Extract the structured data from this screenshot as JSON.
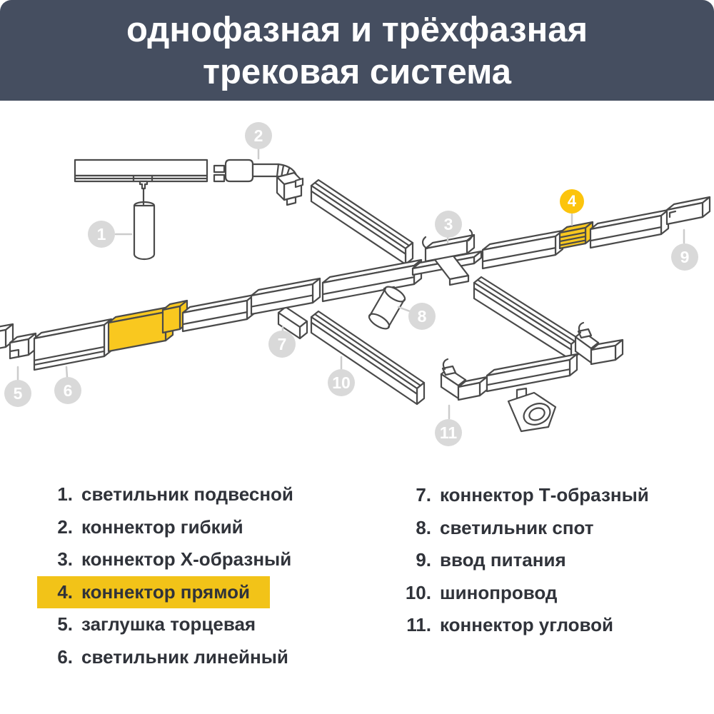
{
  "header": {
    "title_line1": "однофазная и трёхфазная",
    "title_line2": "трековая система"
  },
  "diagram": {
    "badges": [
      {
        "label": "1",
        "highlighted": false
      },
      {
        "label": "2",
        "highlighted": false
      },
      {
        "label": "3",
        "highlighted": false
      },
      {
        "label": "4",
        "highlighted": true
      },
      {
        "label": "5",
        "highlighted": false
      },
      {
        "label": "6",
        "highlighted": false
      },
      {
        "label": "7",
        "highlighted": false
      },
      {
        "label": "8",
        "highlighted": false
      },
      {
        "label": "9",
        "highlighted": false
      },
      {
        "label": "10",
        "highlighted": false
      },
      {
        "label": "11",
        "highlighted": false
      }
    ]
  },
  "legend": {
    "left": [
      {
        "num": "1.",
        "label": "светильник подвесной",
        "highlighted": false
      },
      {
        "num": "2.",
        "label": "коннектор гибкий",
        "highlighted": false
      },
      {
        "num": "3.",
        "label": "коннектор Х-образный",
        "highlighted": false
      },
      {
        "num": "4.",
        "label": "коннектор прямой",
        "highlighted": true
      },
      {
        "num": "5.",
        "label": "заглушка торцевая",
        "highlighted": false
      },
      {
        "num": "6.",
        "label": "светильник линейный",
        "highlighted": false
      }
    ],
    "right": [
      {
        "num": "7.",
        "label": "коннектор Т-образный",
        "highlighted": false
      },
      {
        "num": "8.",
        "label": "светильник спот",
        "highlighted": false
      },
      {
        "num": "9.",
        "label": "ввод питания",
        "highlighted": false
      },
      {
        "num": "10.",
        "label": "шинопровод",
        "highlighted": false
      },
      {
        "num": "11.",
        "label": "коннектор угловой",
        "highlighted": false
      }
    ]
  },
  "colors": {
    "header_bg": "#454e60",
    "title_text": "#ffffff",
    "accent_yellow": "#f2c318",
    "badge_gray": "#d9d9d9",
    "badge_text": "#ffffff",
    "badge_yellow": "#fcc40d",
    "part_yellow": "#f9c81f",
    "line_art": "#4a4a4a",
    "leader_line": "#cccccc",
    "legend_text": "#30333a"
  }
}
